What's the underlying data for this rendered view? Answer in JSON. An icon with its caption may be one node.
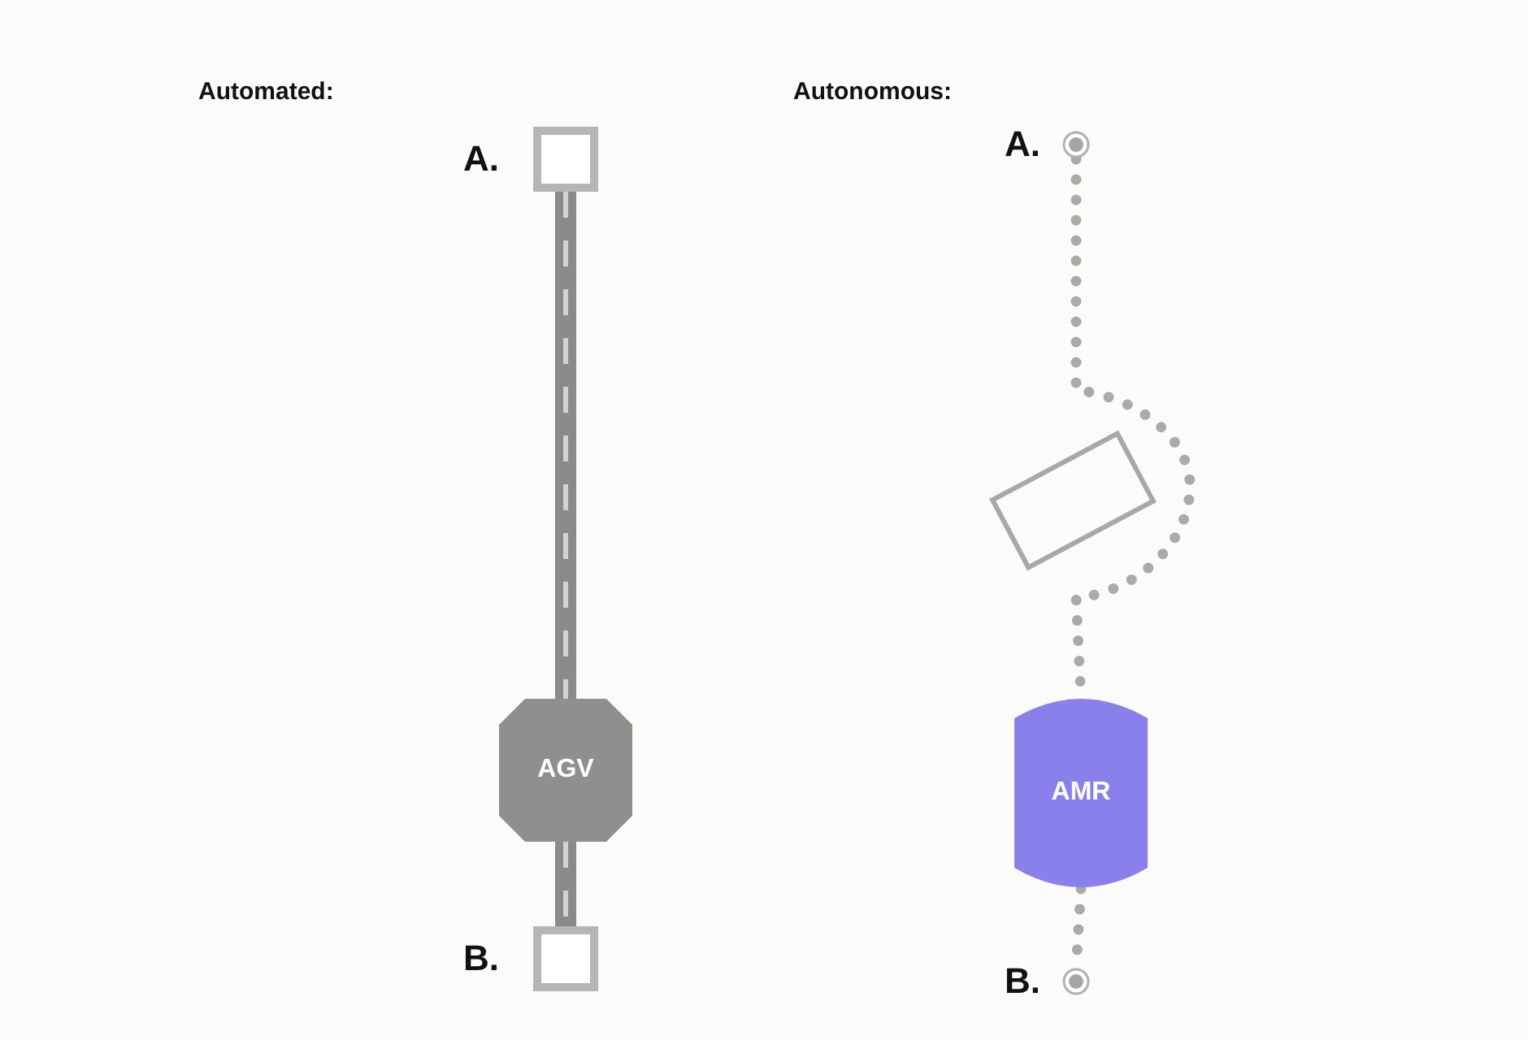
{
  "diagram": {
    "nodes": [
      {
        "text": [],
        "shape": "box",
        "beside": [
          "A."
        ]
      },
      {
        "text": [
          "AGV"
        ]
      },
      {
        "text": [],
        "shape": "box",
        "beside": [
          "B."
        ]
      },
      {
        "text": [],
        "shape": "circle",
        "beside": [
          "A."
        ]
      },
      {
        "text": [],
        "shape": "box"
      },
      {
        "text": [
          "AMR"
        ]
      },
      {
        "text": [],
        "shape": "circle",
        "beside": [
          "B."
        ]
      }
    ],
    "edges": [
      {
        "from": 0,
        "to": 1,
        "arrow": "none",
        "style": "thick"
      },
      {
        "from": 1,
        "to": 2,
        "arrow": "none",
        "style": "thick"
      },
      {
        "from": 3,
        "to": 5,
        "arrow": "none",
        "style": "dashed"
      },
      {
        "from": 5,
        "to": 6,
        "arrow": "none",
        "style": "dashed"
      }
    ],
    "labels": [
      "Automated:",
      "Autonomous:"
    ]
  }
}
